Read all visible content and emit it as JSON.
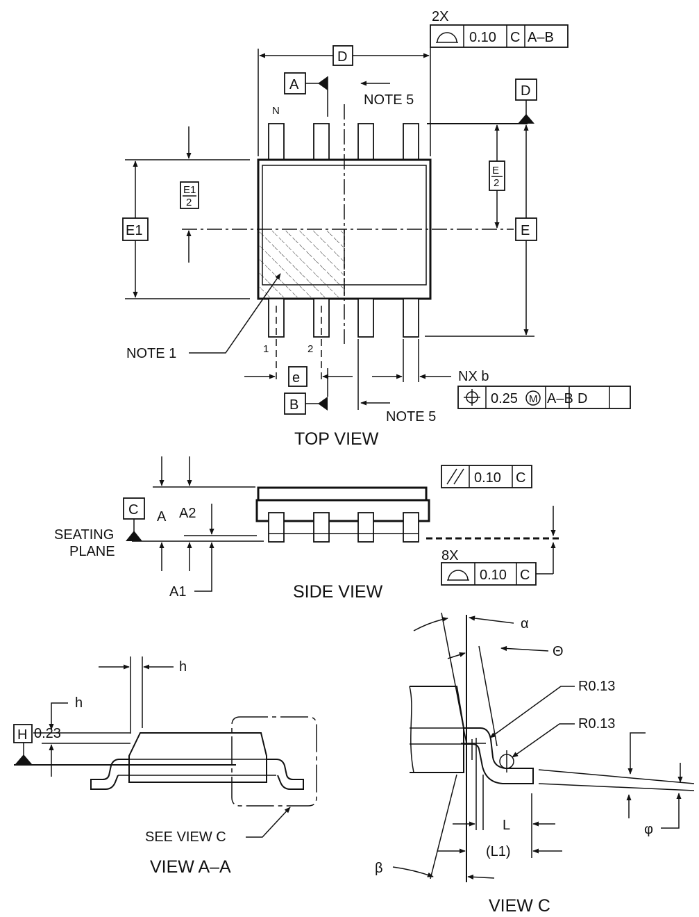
{
  "views": {
    "top": "TOP VIEW",
    "side": "SIDE VIEW",
    "aa": "VIEW A–A",
    "c": "VIEW C"
  },
  "top": {
    "count_2x": "2X",
    "fcf_top": [
      "0.10",
      "C",
      "A–B"
    ],
    "dim_D": "D",
    "datum_A": "A",
    "datum_D": "D",
    "note5_top": "NOTE 5",
    "pin_N": "N",
    "dim_E1": "E1",
    "dim_E1_half_num": "E1",
    "dim_E1_half_den": "2",
    "dim_E_half_num": "E",
    "dim_E_half_den": "2",
    "dim_E": "E",
    "note1": "NOTE 1",
    "pin1": "1",
    "pin2": "2",
    "dim_e": "e",
    "nx_b": "NX b",
    "fcf_pos": [
      "0.25",
      "M",
      "A–B",
      "D"
    ],
    "datum_B": "B",
    "note5_bottom": "NOTE 5"
  },
  "side": {
    "fcf_par": [
      "0.10",
      "C"
    ],
    "datum_C": "C",
    "dim_A": "A",
    "dim_A2": "A2",
    "seating_1": "SEATING",
    "seating_2": "PLANE",
    "count_8x": "8X",
    "fcf_prof": [
      "0.10",
      "C"
    ],
    "dim_A1": "A1"
  },
  "view_aa": {
    "h_top": "h",
    "h_left": "h",
    "datum_H": "H",
    "val_023": "0.23",
    "see_view_c": "SEE VIEW C"
  },
  "view_c": {
    "alpha": "α",
    "theta": "Θ",
    "r1": "R0.13",
    "r2": "R0.13",
    "L": "L",
    "L1": "(L1)",
    "phi": "φ",
    "beta": "β"
  },
  "icons": {
    "profile": "profile-of-surface-icon",
    "position": "true-position-icon",
    "parallel": "parallelism-icon",
    "mmc": "mmc-circle-m-icon"
  },
  "colors": {
    "ink": "#111111",
    "paper": "#ffffff"
  }
}
